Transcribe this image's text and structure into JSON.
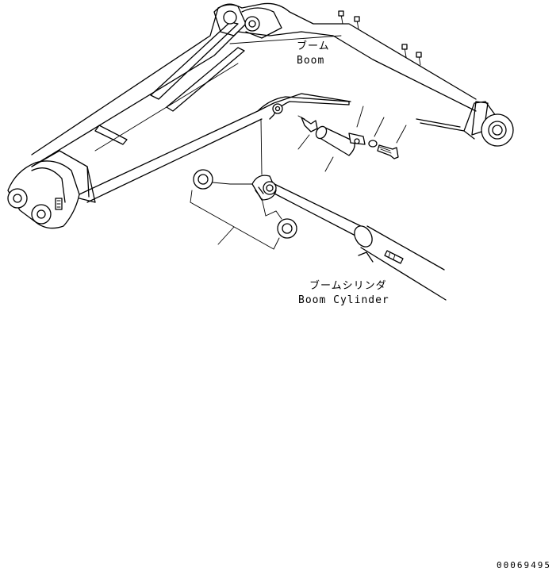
{
  "labels": {
    "boom_jp": "ブーム",
    "boom_en": "Boom",
    "cylinder_jp": "ブームシリンダ",
    "cylinder_en": "Boom Cylinder"
  },
  "figure_number": "00069495"
}
